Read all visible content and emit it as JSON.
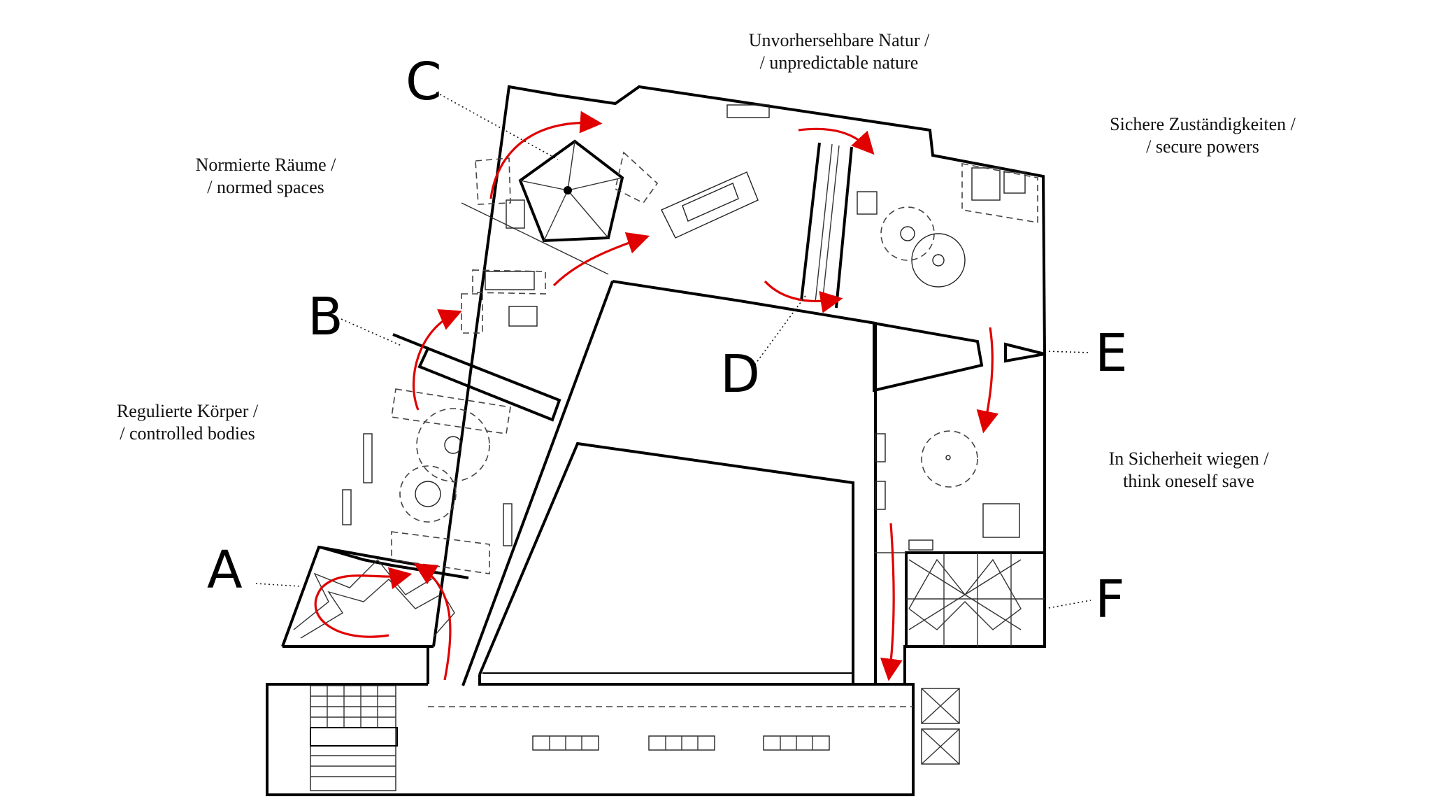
{
  "sections": {
    "a": "A",
    "b": "B",
    "c": "C",
    "d": "D",
    "e": "E",
    "f": "F"
  },
  "zones": {
    "regulierte": {
      "line1": "Regulierte Körper /",
      "line2": "/ controlled bodies"
    },
    "normierte": {
      "line1": "Normierte Räume /",
      "line2": "/ normed spaces"
    },
    "unvorhersehbare": {
      "line1": "Unvorhersehbare Natur /",
      "line2": "/ unpredictable nature"
    },
    "sichere": {
      "line1": "Sichere Zuständigkeiten /",
      "line2": "/ secure powers"
    },
    "sicherheit": {
      "line1": "In Sicherheit wiegen /",
      "line2": "think oneself save"
    }
  },
  "colors": {
    "walls": "#000000",
    "flow_arrows": "#e00000"
  }
}
